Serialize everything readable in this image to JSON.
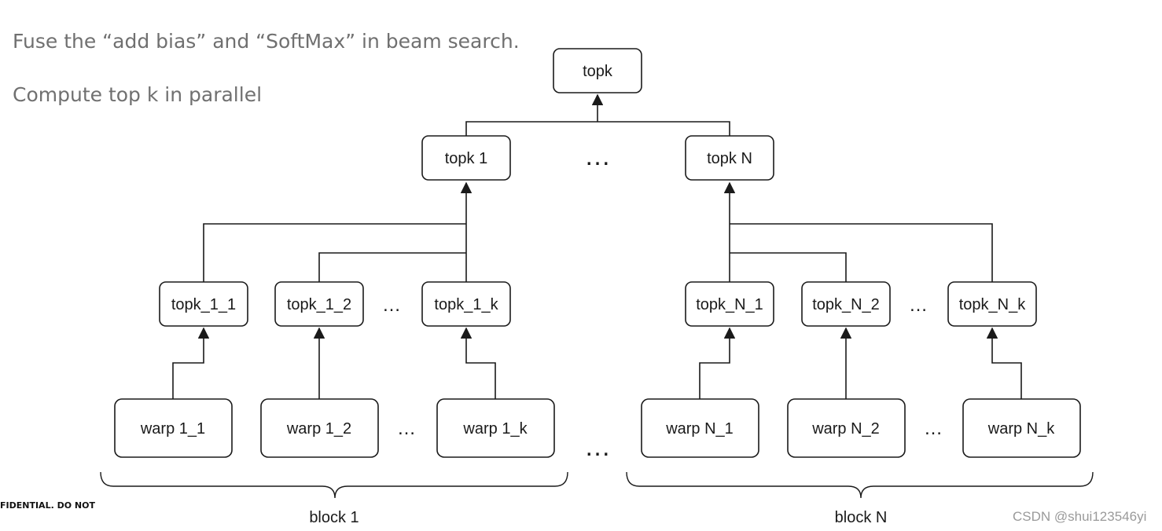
{
  "text": {
    "line1": "Fuse the “add bias” and “SoftMax” in beam search.",
    "line2": "Compute top k in parallel",
    "footer_left": "FIDENTIAL. DO NOT",
    "watermark": "CSDN @shui123546yi"
  },
  "diagram": {
    "root": "topk",
    "mid_level": [
      "topk 1",
      "topk N"
    ],
    "block1_topk": [
      "topk_1_1",
      "topk_1_2",
      "topk_1_k"
    ],
    "blockN_topk": [
      "topk_N_1",
      "topk_N_2",
      "topk_N_k"
    ],
    "block1_warps": [
      "warp 1_1",
      "warp 1_2",
      "warp 1_k"
    ],
    "blockN_warps": [
      "warp N_1",
      "warp N_2",
      "warp N_k"
    ],
    "block_labels": [
      "block 1",
      "block N"
    ],
    "ellipsis": "…"
  }
}
